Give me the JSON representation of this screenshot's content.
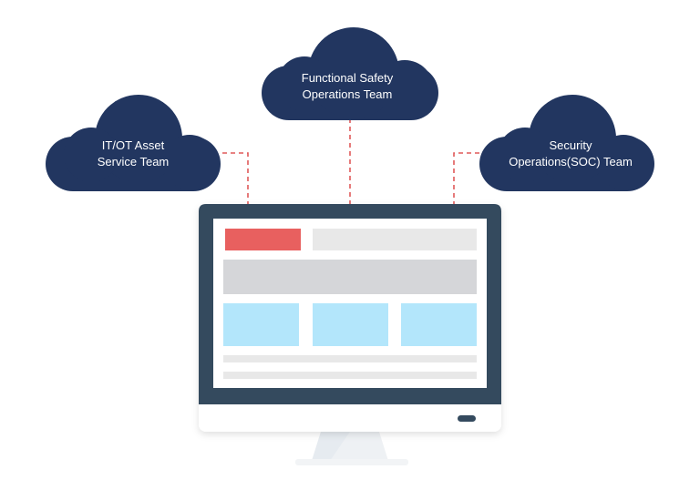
{
  "clouds": {
    "left": {
      "line1": "IT/OT Asset",
      "line2": "Service Team"
    },
    "center": {
      "line1": "Functional Safety",
      "line2": "Operations Team"
    },
    "right": {
      "line1": "Security",
      "line2": "Operations(SOC) Team"
    }
  },
  "colors": {
    "cloud": "#223660",
    "connector": "#e05a5a",
    "bezel": "#344a5e",
    "accent_block": "#e8605f",
    "gray_bar": "#d5d6d9",
    "light_bar": "#e8e8e8",
    "card": "#b3e6fb"
  }
}
